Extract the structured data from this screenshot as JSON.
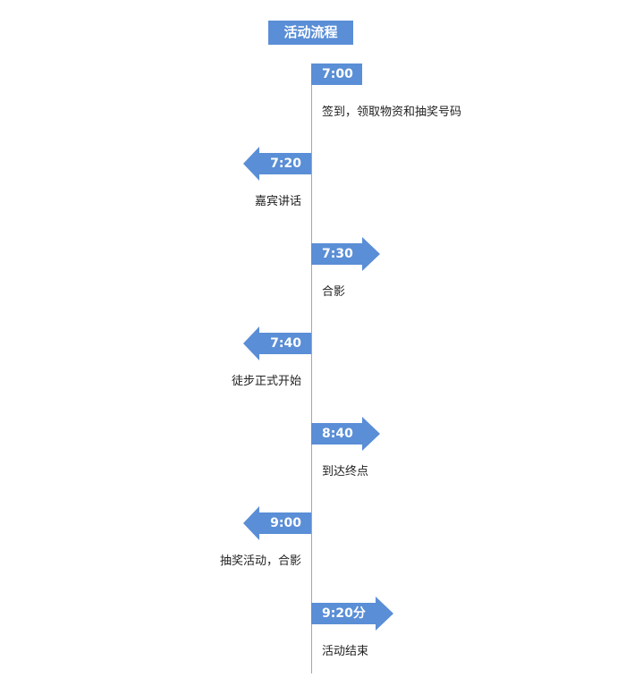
{
  "title": "活动流程",
  "accent_color": "#5a8ed6",
  "steps": [
    {
      "time": "7:00",
      "desc": "签到，领取物资和抽奖号码",
      "side": "right",
      "shape": "box"
    },
    {
      "time": "7:20",
      "desc": "嘉宾讲话",
      "side": "left",
      "shape": "arrow-left"
    },
    {
      "time": "7:30",
      "desc": "合影",
      "side": "right",
      "shape": "arrow-right"
    },
    {
      "time": "7:40",
      "desc": "徒步正式开始",
      "side": "left",
      "shape": "arrow-left"
    },
    {
      "time": "8:40",
      "desc": "到达终点",
      "side": "right",
      "shape": "arrow-right"
    },
    {
      "time": "9:00",
      "desc": "抽奖活动，合影",
      "side": "left",
      "shape": "arrow-left"
    },
    {
      "time": "9:20分",
      "desc": "活动结束",
      "side": "right",
      "shape": "arrow-right-long"
    }
  ]
}
